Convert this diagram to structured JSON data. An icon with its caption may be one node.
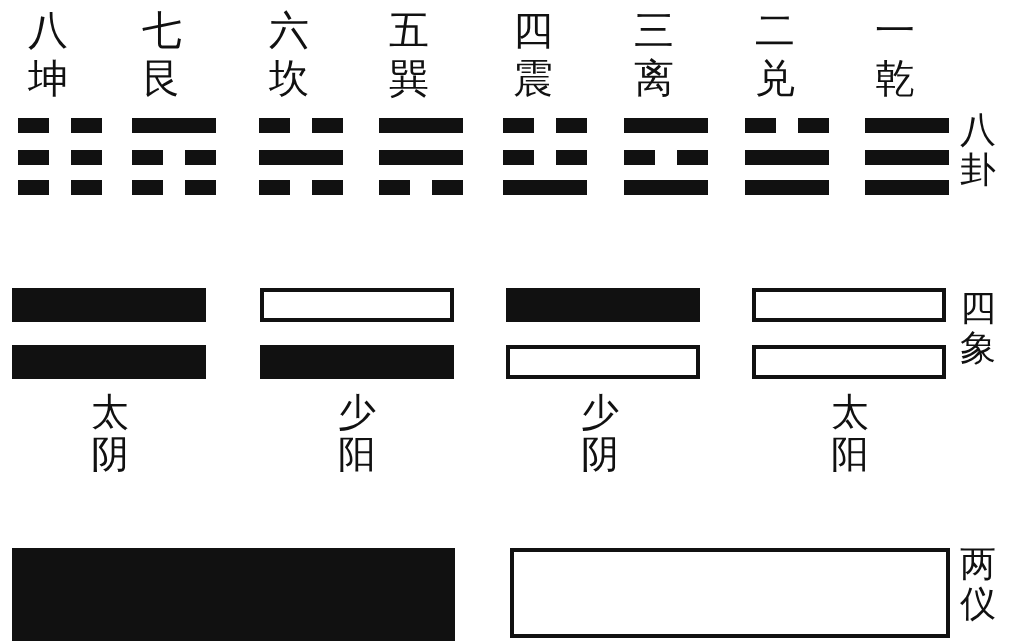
{
  "diagram": {
    "labels": [
      "八",
      "坤",
      "七",
      "艮",
      "六",
      "坎",
      "五",
      "巽",
      "四",
      "震",
      "三",
      "离",
      "二",
      "兑",
      "一",
      "乾",
      "八卦",
      "四象",
      "太阴",
      "少阳",
      "少阴",
      "太阳",
      "两仪"
    ]
  }
}
